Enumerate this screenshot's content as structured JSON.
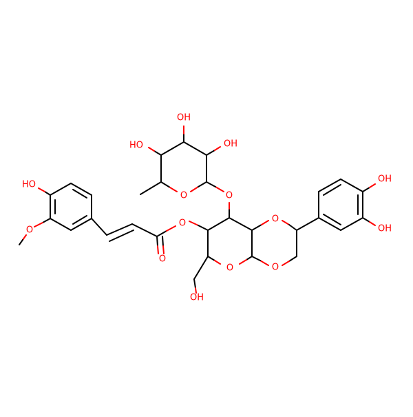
{
  "colors": {
    "bond": "#000000",
    "oxygen": "#ff0000",
    "background": "#ffffff"
  },
  "labels": {
    "ho_rha_4": "HO",
    "oh_rha_3": "OH",
    "oh_rha_2": "OH",
    "o_rha_ring": "O",
    "o_glycosidic": "O",
    "ho_ferulic": "HO",
    "o_methoxy": "O",
    "o_ester": "O",
    "o_carbonyl": "O",
    "o_dioxane_top": "O",
    "o_dioxane_bottom": "O",
    "o_pyran_ring": "O",
    "oh_hydroxymethyl": "OH",
    "oh_catechol_top": "OH",
    "oh_catechol_bottom": "OH"
  }
}
